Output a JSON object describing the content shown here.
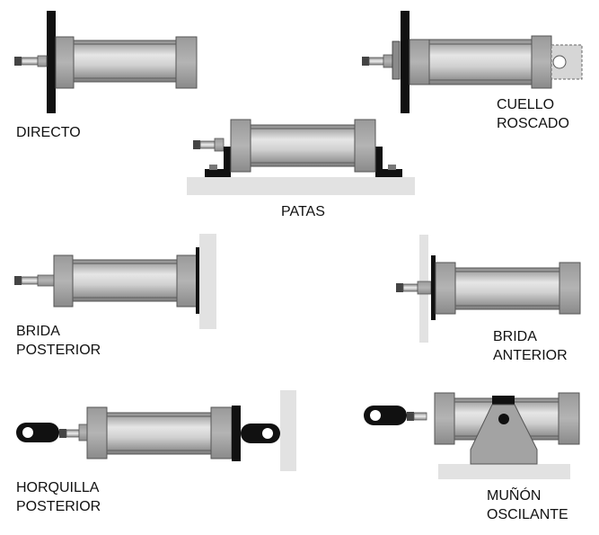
{
  "labels": {
    "directo": "DIRECTO",
    "cuello_roscado": [
      "CUELLO",
      "ROSCADO"
    ],
    "patas": "PATAS",
    "brida_posterior": [
      "BRIDA",
      "POSTERIOR"
    ],
    "brida_anterior": [
      "BRIDA",
      "ANTERIOR"
    ],
    "horquilla_posterior": [
      "HORQUILLA",
      "POSTERIOR"
    ],
    "munon_oscilante": [
      "MUÑÓN",
      "OSCILANTE"
    ]
  },
  "colors": {
    "cylinder_body": "#c9c9c9",
    "end_cap": "#a3a3a3",
    "mount_black": "#111111",
    "wall_gray": "#e2e2e2",
    "outline": "#555555"
  }
}
